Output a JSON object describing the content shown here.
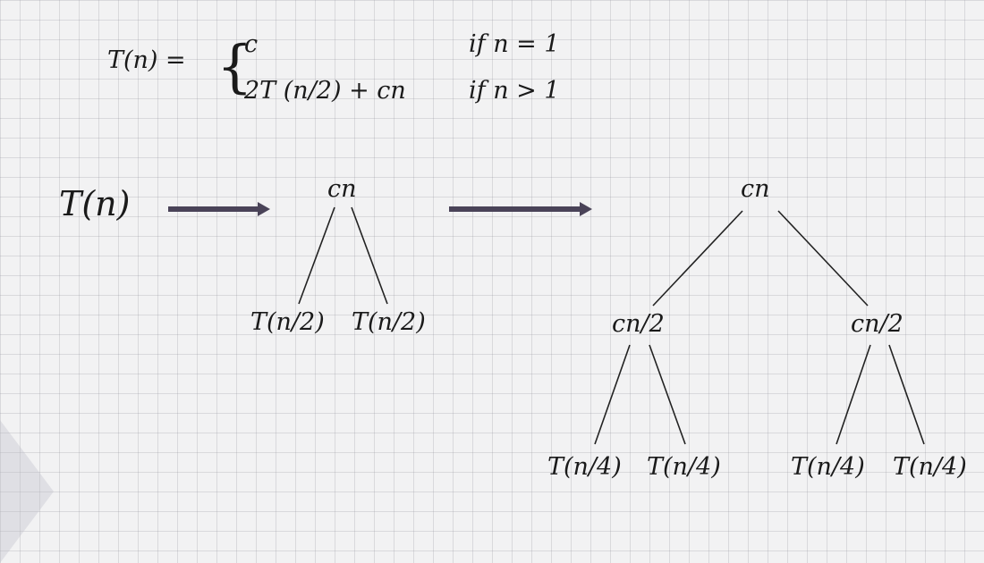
{
  "formula": {
    "lhs": "T(n) =",
    "case1_expr": "c",
    "case1_cond": "if n = 1",
    "case2_expr": "2T (n/2) + cn",
    "case2_cond": "if n > 1"
  },
  "start_label": "T(n)",
  "tree1": {
    "root": "cn",
    "left": "T(n/2)",
    "right": "T(n/2)"
  },
  "tree2": {
    "root": "cn",
    "mid_left": "cn/2",
    "mid_right": "cn/2",
    "leaf_1": "T(n/4)",
    "leaf_2": "T(n/4)",
    "leaf_3": "T(n/4)",
    "leaf_4": "T(n/4)"
  }
}
